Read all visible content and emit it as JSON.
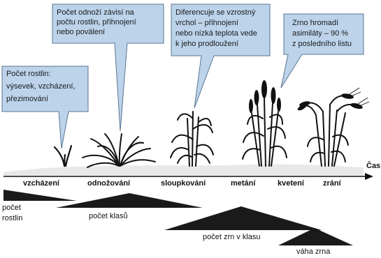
{
  "callouts": [
    {
      "lines": [
        "Počet rostlin:",
        "výsevek, vzcházení,",
        "přezimování"
      ]
    },
    {
      "lines": [
        "Počet odnoží závisí na",
        "počtu rostlin, přihnojení",
        "nebo povälení"
      ]
    },
    {
      "lines": [
        "Diferencuje se vzrostný",
        "vrchol – přihnojení",
        "nebo nízká teplota vede",
        "k jeho prodloužení"
      ]
    },
    {
      "lines": [
        "Zrno hromadí",
        "asimiláty – 90 %",
        "z posledního listu"
      ]
    }
  ],
  "axis": {
    "title": "Čas"
  },
  "stages": [
    "vzcházení",
    "odnožování",
    "sloupkování",
    "metání",
    "kvetení",
    "zrání"
  ],
  "components": [
    {
      "lines": [
        "počet",
        "rostlin"
      ]
    },
    {
      "lines": [
        "počet klasů"
      ]
    },
    {
      "lines": [
        "počet zrn v klasu"
      ]
    },
    {
      "lines": [
        "váha zrna"
      ]
    }
  ],
  "colors": {
    "callout_fill": "#bcd3ea",
    "callout_stroke": "#5a7594",
    "plant": "#111111",
    "triangle": "#1a1a1a"
  }
}
